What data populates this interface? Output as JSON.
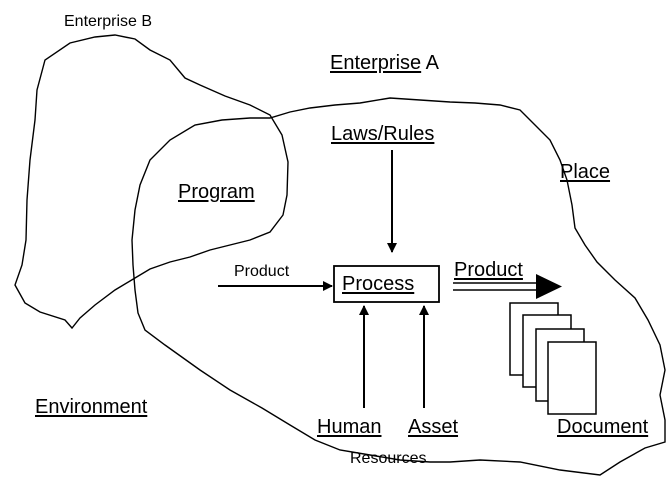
{
  "labels": {
    "enterprise_b": "Enterprise B",
    "enterprise_a_word": "Enterprise",
    "enterprise_a_letter": "A",
    "laws_rules": "Laws/Rules",
    "place": "Place",
    "program": "Program",
    "product_input": "Product",
    "process": "Process",
    "product_output": "Product",
    "environment": "Environment",
    "human": "Human",
    "asset": "Asset",
    "resources": "Resources",
    "document": "Document"
  },
  "colors": {
    "stroke": "#000000",
    "background": "#ffffff"
  }
}
